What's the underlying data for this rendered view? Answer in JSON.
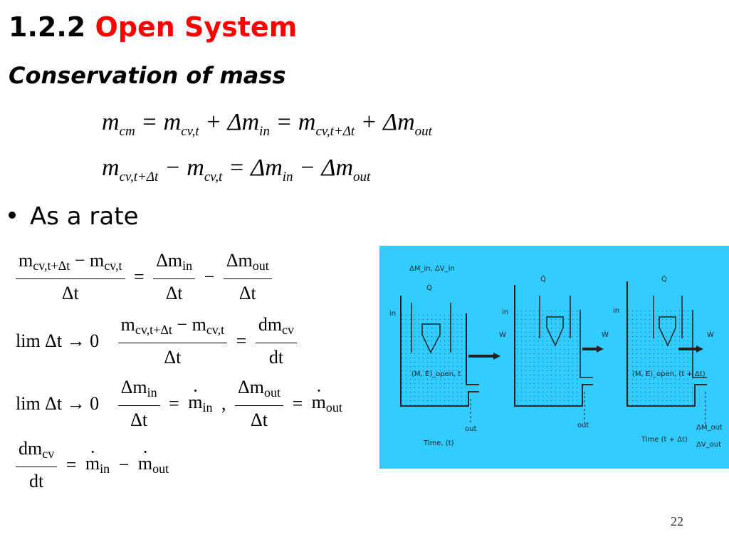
{
  "title": {
    "number": "1.2.2",
    "text": "Open System"
  },
  "subtitle": "Conservation of mass",
  "equations": {
    "eq1": "m_cm = m_cv,t + Δm_in = m_cv,t+Δt + Δm_out",
    "eq2": "m_cv,t+Δt − m_cv,t = Δm_in − Δm_out"
  },
  "bullet": "As a rate",
  "rate_equations": {
    "r1": "(m_cv,t+Δt − m_cv,t)/Δt = Δm_in/Δt − Δm_out/Δt",
    "r2": "lim Δt → 0  (m_cv,t+Δt − m_cv,t)/Δt = dm_cv/dt",
    "r3": "lim Δt → 0  Δm_in/Δt = ṁ_in ,  Δm_out/Δt = ṁ_out",
    "r4": "dm_cv/dt = ṁ_in − ṁ_out"
  },
  "figure": {
    "background": "#33ccff",
    "labels": {
      "in_label": "in",
      "out_label": "out",
      "q_dot": "Q̇",
      "w_dot": "Ẇ",
      "top_left": "ΔM_in, ΔV_in",
      "state1": "(M, E)_open, t",
      "state2": "(M, E)_open, (t + Δt)",
      "time1": "Time, (t)",
      "time2": "Time (t + Δt)",
      "dm_out": "ΔM_out",
      "dv_out": "ΔV_out"
    }
  },
  "page_number": "22"
}
